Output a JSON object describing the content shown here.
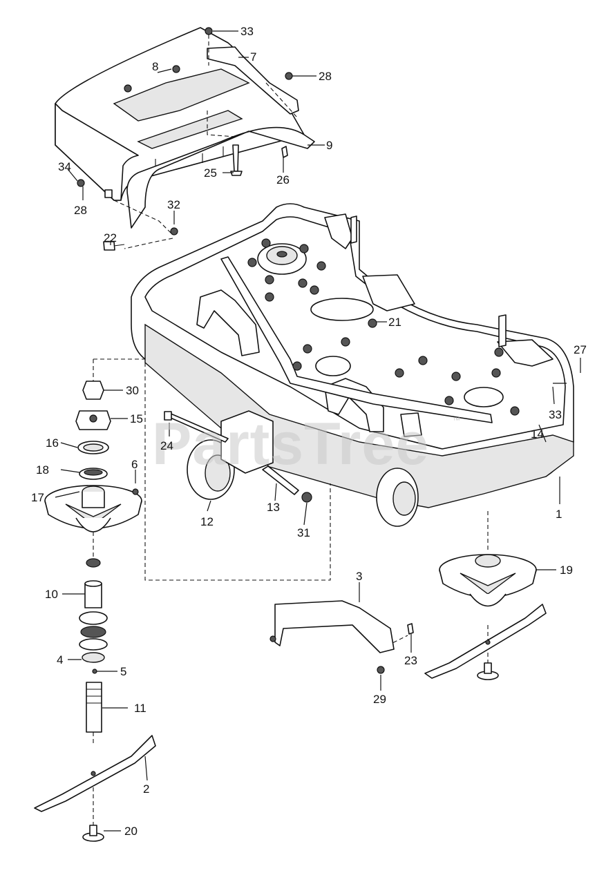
{
  "watermark": {
    "text": "PartsTree",
    "mark": "™"
  },
  "callouts": {
    "c1": "1",
    "c2": "2",
    "c3": "3",
    "c4": "4",
    "c5": "5",
    "c6": "6",
    "c7": "7",
    "c8": "8",
    "c9": "9",
    "c10": "10",
    "c11": "11",
    "c12": "12",
    "c13": "13",
    "c14": "14",
    "c15": "15",
    "c16": "16",
    "c17": "17",
    "c18": "18",
    "c19": "19",
    "c20": "20",
    "c21": "21",
    "c22": "22",
    "c23": "23",
    "c24": "24",
    "c25": "25",
    "c26": "26",
    "c27": "27",
    "c28a": "28",
    "c28b": "28",
    "c29": "29",
    "c30": "30",
    "c31": "31",
    "c32": "32",
    "c33a": "33",
    "c33b": "33",
    "c34": "34"
  }
}
